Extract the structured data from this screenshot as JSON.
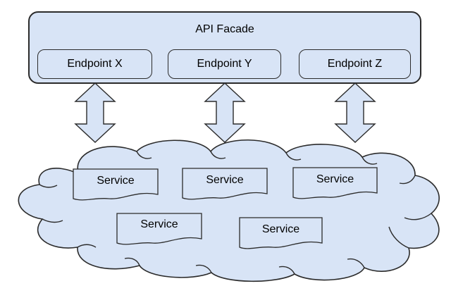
{
  "colors": {
    "fill": "#d8e4f6",
    "stroke": "#2b2b2b",
    "text": "#000000",
    "background": "#ffffff"
  },
  "facade": {
    "title": "API Facade",
    "endpoints": [
      {
        "label": "Endpoint X"
      },
      {
        "label": "Endpoint Y"
      },
      {
        "label": "Endpoint Z"
      }
    ]
  },
  "connectors": [
    {
      "name": "arrow-endpoint-x",
      "type": "double-headed-vertical"
    },
    {
      "name": "arrow-endpoint-y",
      "type": "double-headed-vertical"
    },
    {
      "name": "arrow-endpoint-z",
      "type": "double-headed-vertical"
    }
  ],
  "cloud": {
    "services": [
      {
        "label": "Service"
      },
      {
        "label": "Service"
      },
      {
        "label": "Service"
      },
      {
        "label": "Service"
      },
      {
        "label": "Service"
      }
    ]
  }
}
